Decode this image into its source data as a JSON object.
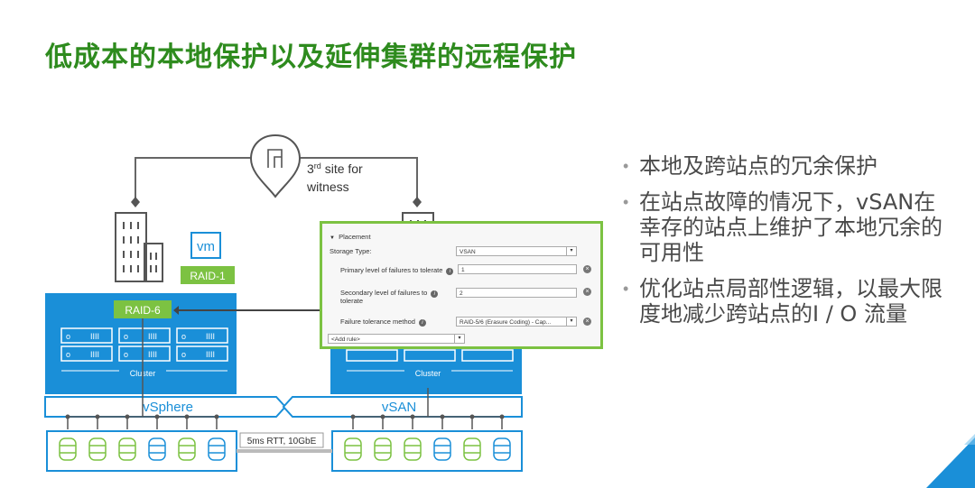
{
  "title": "低成本的本地保护以及延伸集群的远程保护",
  "bullets": [
    "本地及跨站点的冗余保护",
    "在站点故障的情况下，vSAN在幸存的站点上维护了本地冗余的可用性",
    "优化站点局部性逻辑，以最大限度地减少跨站点的I / O 流量"
  ],
  "diagram": {
    "witness_label_sup": "rd",
    "witness_label_1": "3",
    "witness_label_2": " site for",
    "witness_label_3": "witness",
    "vm_label": "vm",
    "raid1": "RAID-1",
    "raid6": "RAID-6",
    "cluster_left": "Cluster",
    "cluster_right": "Cluster",
    "vsphere": "vSphere",
    "vsan": "vSAN",
    "link_label": "5ms RTT, 10GbE",
    "colors": {
      "accent_green": "#2e8b1e",
      "blue": "#1a8fd8",
      "light_green": "#7cc242"
    }
  },
  "placement_panel": {
    "header": "Placement",
    "storage_type_label": "Storage Type:",
    "storage_type_value": "VSAN",
    "pftt_label": "Primary level of failures to tolerate",
    "pftt_value": "1",
    "sftt_label_1": "Secondary level of failures to",
    "sftt_label_2": "tolerate",
    "sftt_value": "2",
    "ftm_label": "Failure tolerance method",
    "ftm_value": "RAID-5/6 (Erasure Coding) - Cap...",
    "add_rule": "<Add rule>"
  }
}
